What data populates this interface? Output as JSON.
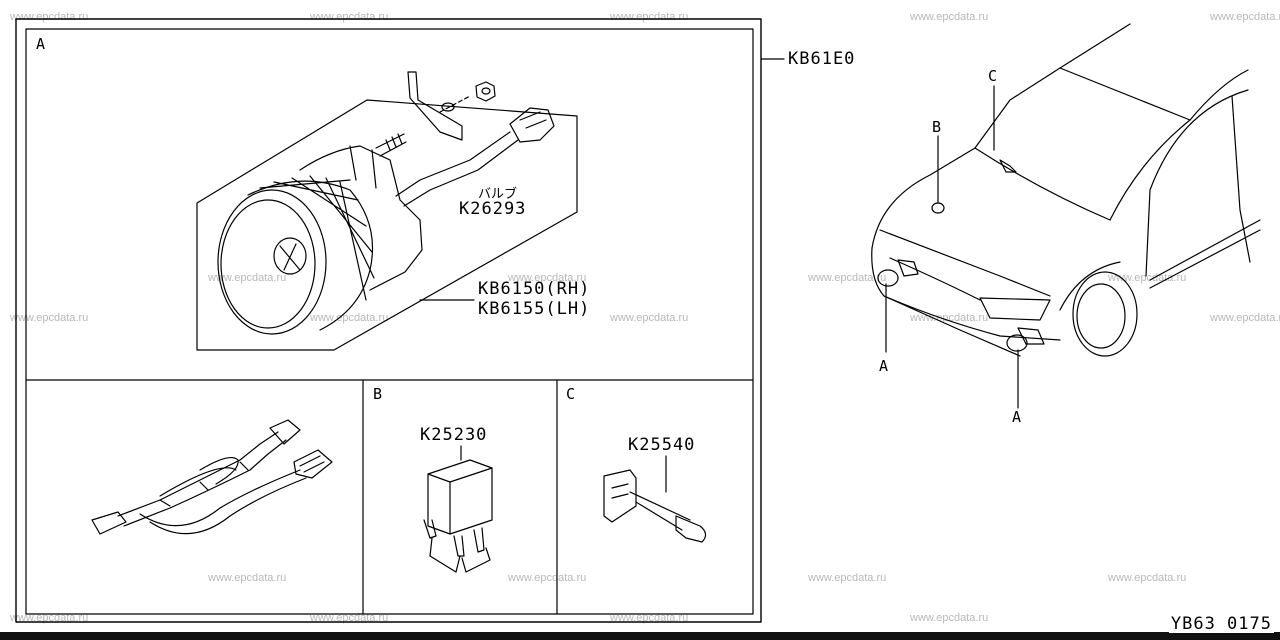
{
  "watermark": "www.epcdata.ru",
  "assembly_code": "KB61E0",
  "sections": {
    "a": "A",
    "b": "B",
    "c": "C"
  },
  "parts": {
    "bulb_jp": "バルブ",
    "bulb_code": "K26293",
    "fog_rh": "KB6150(RH)",
    "fog_lh": "KB6155(LH)",
    "relay_code": "K25230",
    "switch_code": "K25540"
  },
  "car_callouts": {
    "c": "C",
    "b": "B",
    "a_left": "A",
    "a_right": "A"
  },
  "footer_code": "YB63 0175"
}
